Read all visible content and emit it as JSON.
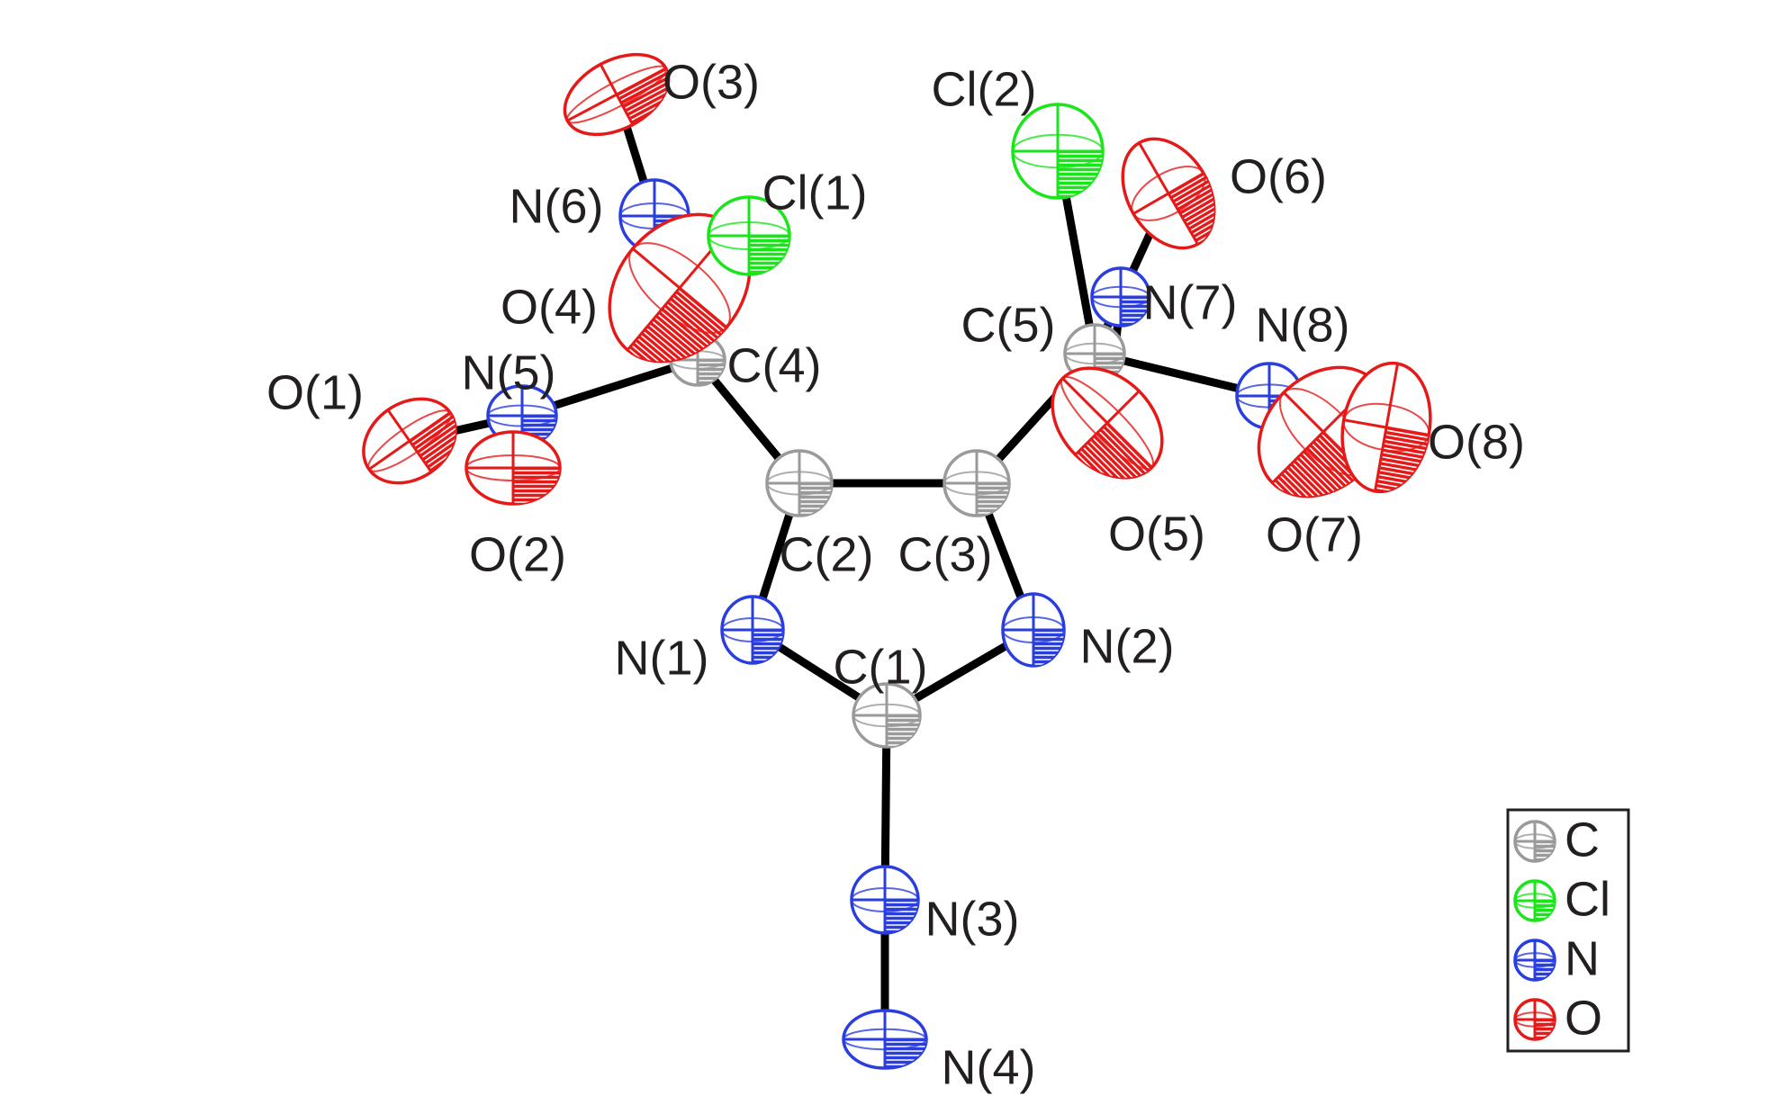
{
  "colors": {
    "C": "#9a9a9a",
    "Cl": "#19e619",
    "N": "#2a3ee0",
    "O": "#e61919",
    "bond": "#000000",
    "text": "#231f20"
  },
  "atoms": [
    {
      "id": "C1",
      "label": "C(1)",
      "element": "C"
    },
    {
      "id": "C2",
      "label": "C(2)",
      "element": "C"
    },
    {
      "id": "C3",
      "label": "C(3)",
      "element": "C"
    },
    {
      "id": "C4",
      "label": "C(4)",
      "element": "C"
    },
    {
      "id": "C5",
      "label": "C(5)",
      "element": "C"
    },
    {
      "id": "N1",
      "label": "N(1)",
      "element": "N"
    },
    {
      "id": "N2",
      "label": "N(2)",
      "element": "N"
    },
    {
      "id": "N3",
      "label": "N(3)",
      "element": "N"
    },
    {
      "id": "N4",
      "label": "N(4)",
      "element": "N"
    },
    {
      "id": "N5",
      "label": "N(5)",
      "element": "N"
    },
    {
      "id": "N6",
      "label": "N(6)",
      "element": "N"
    },
    {
      "id": "N7",
      "label": "N(7)",
      "element": "N"
    },
    {
      "id": "N8",
      "label": "N(8)",
      "element": "N"
    },
    {
      "id": "O1",
      "label": "O(1)",
      "element": "O"
    },
    {
      "id": "O2",
      "label": "O(2)",
      "element": "O"
    },
    {
      "id": "O3",
      "label": "O(3)",
      "element": "O"
    },
    {
      "id": "O4",
      "label": "O(4)",
      "element": "O"
    },
    {
      "id": "O5",
      "label": "O(5)",
      "element": "O"
    },
    {
      "id": "O6",
      "label": "O(6)",
      "element": "O"
    },
    {
      "id": "O7",
      "label": "O(7)",
      "element": "O"
    },
    {
      "id": "O8",
      "label": "O(8)",
      "element": "O"
    },
    {
      "id": "Cl1",
      "label": "Cl(1)",
      "element": "Cl"
    },
    {
      "id": "Cl2",
      "label": "Cl(2)",
      "element": "Cl"
    }
  ],
  "bonds": [
    [
      "C1",
      "N1"
    ],
    [
      "C1",
      "N2"
    ],
    [
      "C1",
      "N3"
    ],
    [
      "N3",
      "N4"
    ],
    [
      "N1",
      "C2"
    ],
    [
      "N2",
      "C3"
    ],
    [
      "C2",
      "C3"
    ],
    [
      "C2",
      "C4"
    ],
    [
      "C3",
      "C5"
    ],
    [
      "C4",
      "N5"
    ],
    [
      "C4",
      "N6"
    ],
    [
      "C4",
      "Cl1"
    ],
    [
      "N5",
      "O1"
    ],
    [
      "N5",
      "O2"
    ],
    [
      "N6",
      "O3"
    ],
    [
      "N6",
      "O4"
    ],
    [
      "C5",
      "Cl2"
    ],
    [
      "C5",
      "N7"
    ],
    [
      "C5",
      "N8"
    ],
    [
      "N7",
      "O5"
    ],
    [
      "N7",
      "O6"
    ],
    [
      "N8",
      "O7"
    ],
    [
      "N8",
      "O8"
    ]
  ],
  "legend": [
    {
      "element": "C",
      "label": "C"
    },
    {
      "element": "Cl",
      "label": "Cl"
    },
    {
      "element": "N",
      "label": "N"
    },
    {
      "element": "O",
      "label": "O"
    }
  ]
}
